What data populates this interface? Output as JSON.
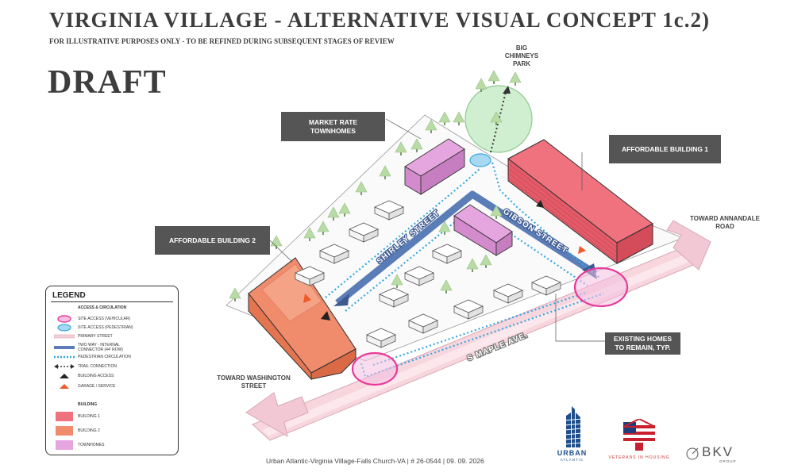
{
  "header": {
    "title": "VIRGINIA VILLAGE - ALTERNATIVE VISUAL CONCEPT 1c.2)",
    "subtitle": "FOR ILLUSTRATIVE PURPOSES ONLY - TO BE REFINED DURING SUBSEQUENT STAGES OF REVIEW",
    "draft": "DRAFT"
  },
  "labels": {
    "park": "BIG CHIMNEYS PARK",
    "market_townhomes": "MARKET RATE TOWNHOMES",
    "affordable_1": "AFFORDABLE BUILDING 1",
    "affordable_2": "AFFORDABLE BUILDING 2",
    "annandale": "TOWARD ANNANDALE ROAD",
    "washington": "TOWARD WASHINGTON STREET",
    "existing_homes": "EXISTING HOMES TO REMAIN, TYP.",
    "shirley": "SHIRLEY STREET",
    "gibson": "GIBSON STREET",
    "maple": "S MAPLE AVE."
  },
  "legend": {
    "title": "LEGEND",
    "access_heading": "ACCESS & CIRCULATION",
    "building_heading": "BUILDING",
    "items": {
      "site_vehicular": "SITE ACCESS (VEHICULAR)",
      "site_pedestrian": "SITE ACCESS (PEDESTRIAN)",
      "primary_street": "PRIMARY STREET",
      "internal_connector": "TWO WAY - INTERNAL CONNECTOR (44' ROW)",
      "pedestrian_circulation": "PEDESTRIAN CIRCULATION",
      "trail_connection": "TRAIL CONNECTION",
      "building_access": "BUILDING ACCESS",
      "garage_service": "GARAGE / SERVICE",
      "building_1": "BUILDING 1",
      "building_2": "BUILDING 2",
      "townhomes": "TOWNHOMES"
    }
  },
  "colors": {
    "building_1": "#f0727e",
    "building_2": "#f08c6c",
    "townhomes": "#e5a6df",
    "street": "#f5cfd8",
    "connector": "#5a7db8",
    "pedestrian": "#36a8e0",
    "vehicular_access": "#e8399a",
    "park": "#c8ecc8"
  },
  "footer": {
    "text": "Urban Atlantic-Virginia Village-Falls Church-VA  |  # 26-0544   |  09. 09. 2026"
  },
  "logos": {
    "urban_atlantic": "URBAN",
    "urban_atlantic_sub": "ATLANTIC",
    "veterans": "VETERANS IN HOUSING",
    "bkv": "BKV",
    "bkv_sub": "GROUP"
  }
}
